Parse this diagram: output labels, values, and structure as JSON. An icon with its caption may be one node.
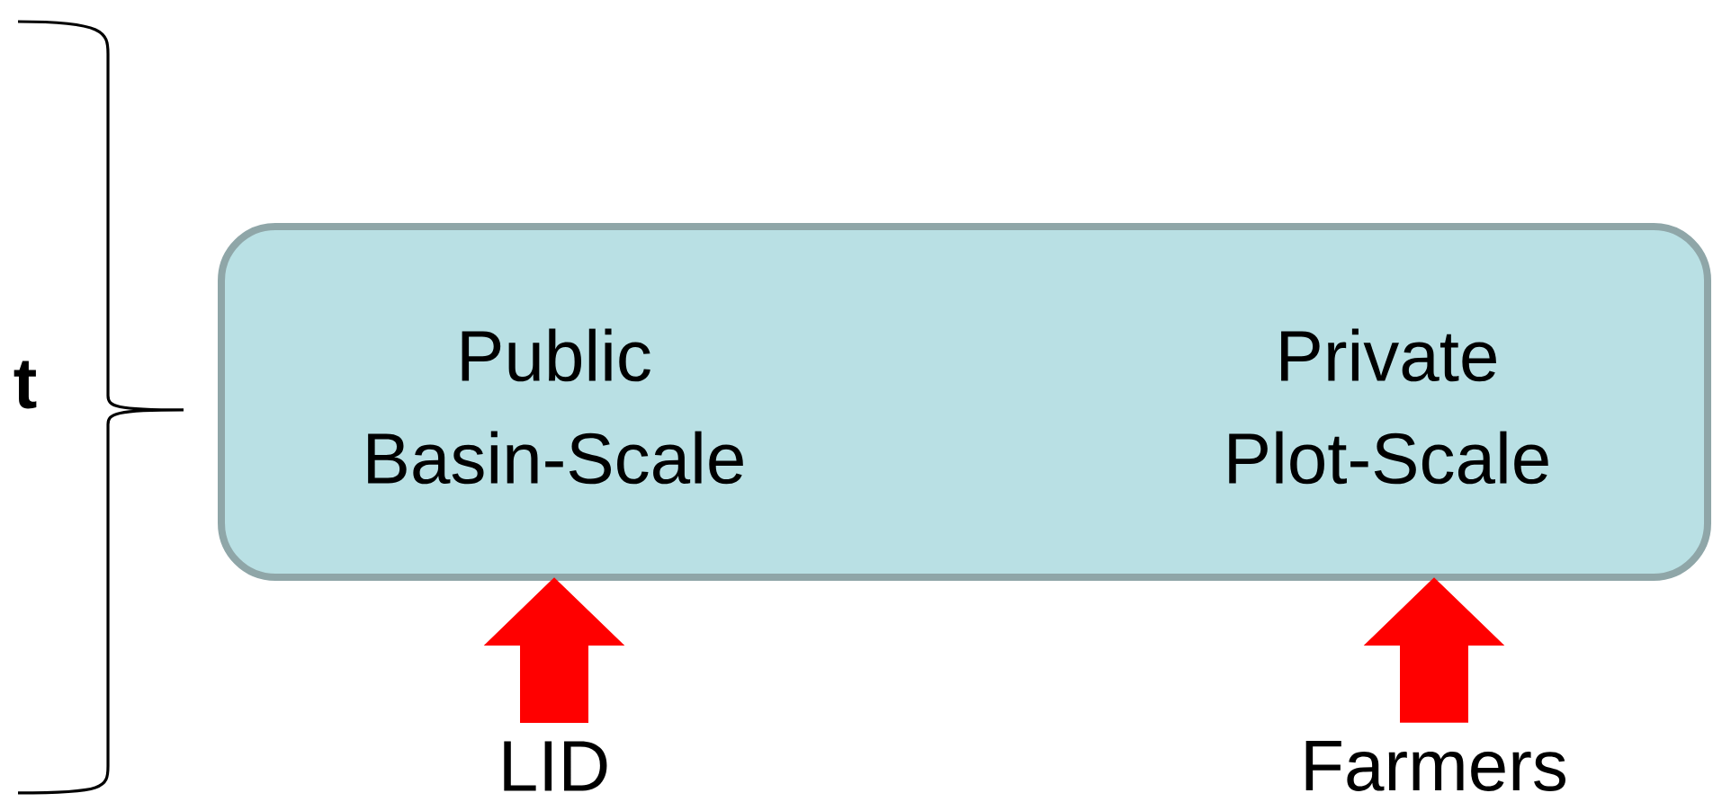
{
  "diagram": {
    "nodes": [
      {
        "text": [
          "Public Basin-Scale",
          "Private Plot-Scale"
        ]
      },
      {
        "text": [
          "LID"
        ]
      },
      {
        "text": [
          "Farmers"
        ]
      }
    ],
    "edges": [
      {
        "from": 1,
        "to": 0,
        "arrow": "to"
      },
      {
        "from": 2,
        "to": 0,
        "arrow": "to"
      }
    ],
    "labels": [
      "t"
    ]
  }
}
